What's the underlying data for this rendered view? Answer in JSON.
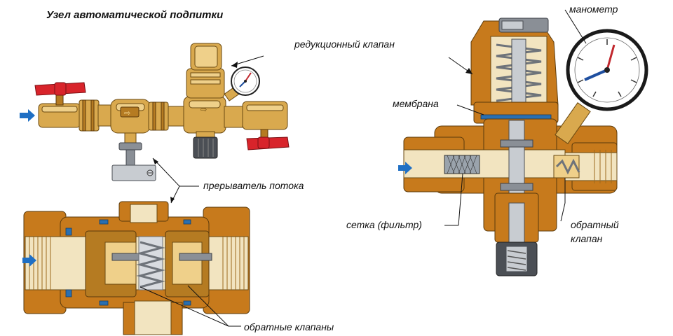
{
  "title": "Узел автоматической подпитки",
  "labels": {
    "reduction_valve": "редукционный клапан",
    "flow_breaker": "прерыватель потока",
    "check_valves": "обратные клапаны",
    "manometer": "манометр",
    "membrane": "мембрана",
    "mesh_filter": "сетка (фильтр)",
    "check_valve_line1": "обратный",
    "check_valve_line2": "клапан"
  },
  "colors": {
    "brass": "#d9a94e",
    "cut_brass": "#c77a1c",
    "handle_red": "#d8242b",
    "flow_arrow": "#1f6fc4",
    "seal_blue": "#2a6fb0"
  },
  "icons": [
    "flow-arrow-icon",
    "handle-icon",
    "gauge-icon",
    "spring-icon"
  ]
}
